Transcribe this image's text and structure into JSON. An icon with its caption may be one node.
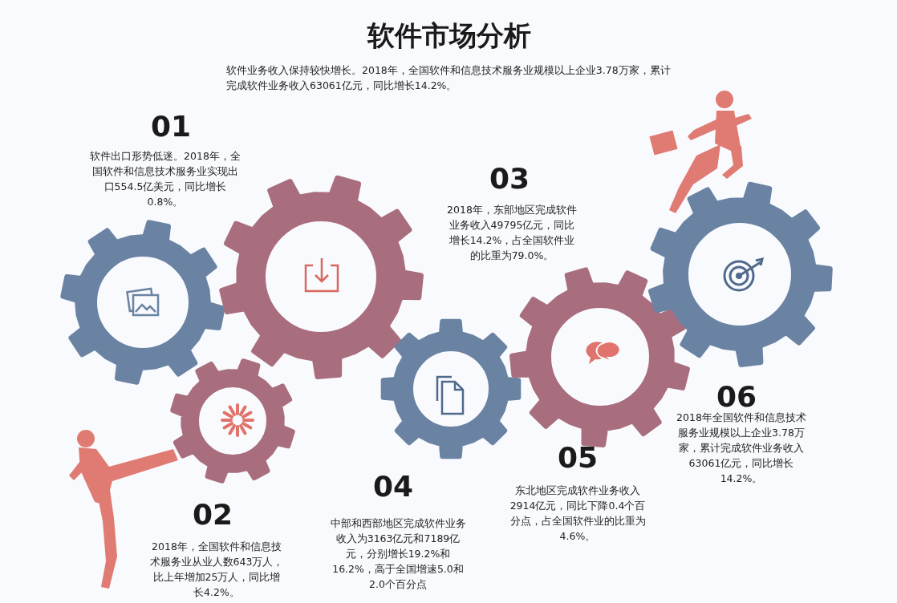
{
  "diagram": {
    "title": "软件市场分析",
    "labels": [
      "软件业务收入保持较快增长。2018年，全国软件和信息技术服务业规模以上企业3.78万家，累计完成软件业务收入63061亿元，同比增长14.2%。",
      "01",
      "软件出口形势低迷。2018年，全国软件和信息技术服务业实现出口554.5亿美元，同比增长0.8%。",
      "03",
      "2018年，东部地区完成软件业务收入49795亿元，同比增长14.2%，占全国软件业的比重为79.0%。",
      "06",
      "2018年全国软件和信息技术服务业规模以上企业3.78万家，累计完成软件业务收入63061亿元，同比增长14.2%。",
      "05",
      "东北地区完成软件业务收入2914亿元，同比下降0.4个百分点，占全国软件业的比重为4.6%。",
      "04",
      "中部和西部地区完成软件业务收入为3163亿元和7189亿元，分别增长19.2%和16.2%，高于全国增速5.0和2.0个百分点",
      "02",
      "2018年，全国软件和信息技术服务业从业人数643万人，比上年增加25万人，同比增长4.2%。"
    ]
  }
}
